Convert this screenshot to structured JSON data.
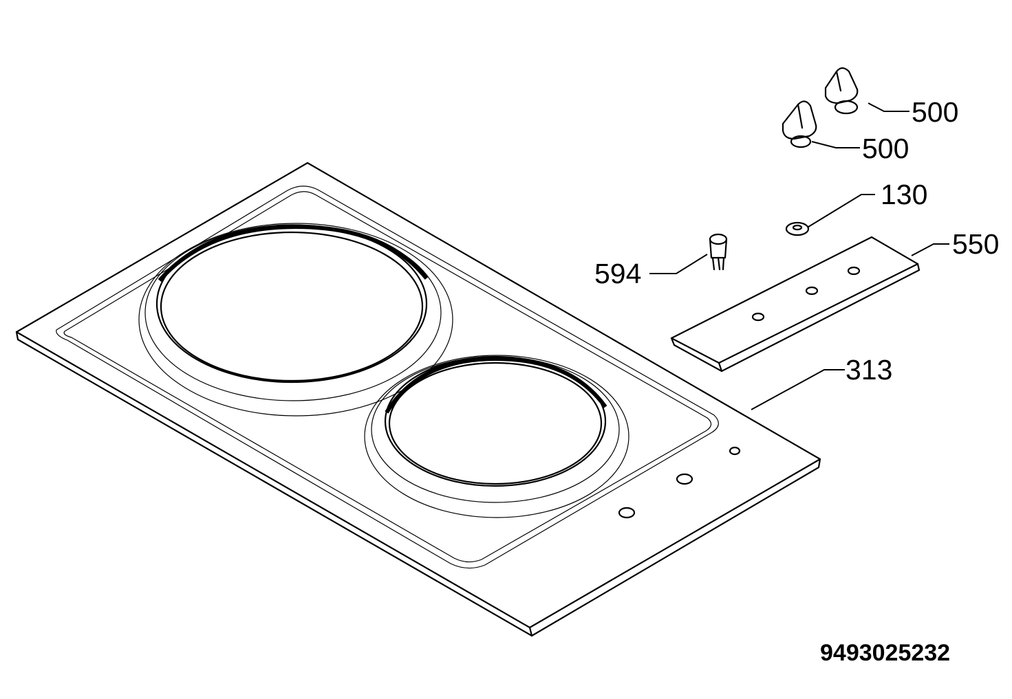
{
  "diagram": {
    "parts": [
      {
        "id": "hob-top",
        "callout": "313"
      },
      {
        "id": "control-panel",
        "callout": "550"
      },
      {
        "id": "washer",
        "callout": "130"
      },
      {
        "id": "pin",
        "callout": "594"
      },
      {
        "id": "knob-upper",
        "callout": "500"
      },
      {
        "id": "knob-lower",
        "callout": "500"
      }
    ],
    "part_number": "9493025232"
  }
}
